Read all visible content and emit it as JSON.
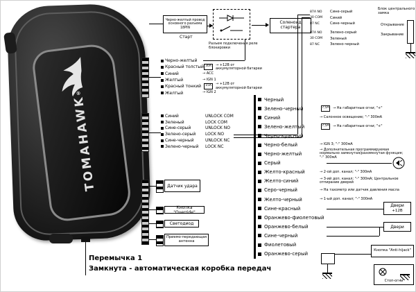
{
  "unit": {
    "brand": "TOMAHAWK",
    "reg": "®"
  },
  "footer": {
    "line1": "Перемычка 1",
    "line2": "Замкнута - автоматическая коробка передач"
  },
  "relay_section": {
    "wire_note": "Черно-желтый провод основного разъема 18PIN",
    "start_label": "Старт",
    "solenoid_label": "Соленоид стартера",
    "connector_note": "Разъем подключения реле блокировки"
  },
  "power_connector": {
    "wires": [
      {
        "label": "Черно-желтый",
        "fuse": "",
        "dest": ""
      },
      {
        "label": "Красный толстый",
        "fuse": "30А",
        "dest": "+12В от аккумуляторной батареи"
      },
      {
        "label": "Синий",
        "fuse": "",
        "dest": "ACC"
      },
      {
        "label": "Желтый",
        "fuse": "",
        "dest": "IGN 1"
      },
      {
        "label": "Красный тонкий",
        "fuse": "15А",
        "dest": "+12В от аккумуляторной батареи"
      },
      {
        "label": "Желтый",
        "fuse": "",
        "dest": "IGN 2"
      }
    ]
  },
  "lock_connector": {
    "wires": [
      {
        "label": "Синий",
        "function": "UNLOCK COM"
      },
      {
        "label": "Зеленый",
        "function": "LOCK COM"
      },
      {
        "label": "Сине-серый",
        "function": "UNLOCK NO"
      },
      {
        "label": "Зелено-серый",
        "function": "LOCK NO"
      },
      {
        "label": "Сине-черный",
        "function": "UNLOCK NC"
      },
      {
        "label": "Зелено-черный",
        "function": "LOCK NC"
      }
    ]
  },
  "accessories": [
    {
      "label": "Датчик удара"
    },
    {
      "label": "Кнопка \"Override\""
    },
    {
      "label": "Светодиод"
    },
    {
      "label": "Приемо-передающая антенна"
    }
  ],
  "harness": {
    "wires": [
      {
        "label": "Черный",
        "fuse": "",
        "dest": ""
      },
      {
        "label": "Зелено-черный",
        "fuse": "7,5А",
        "dest": "На габаритные огни; \"+\""
      },
      {
        "label": "Синий",
        "fuse": "",
        "dest": "Салонное освещение; \"-\" 300мА"
      },
      {
        "label": "Зелено-желтый",
        "fuse": "7,5А",
        "dest": "На габаритные огни; \"+\""
      },
      {
        "label": "Черно-красный",
        "fuse": "",
        "dest": ""
      },
      {
        "label": "Черно-белый",
        "fuse": "",
        "dest": "IGN 3; \"-\" 300мА"
      },
      {
        "label": "Черно-желтый",
        "fuse": "",
        "dest": "Дополнительная программируемая нормально замкнутая/разомкнутая функция; \"-\" 300мА"
      },
      {
        "label": "Серый",
        "fuse": "",
        "dest": ""
      },
      {
        "label": "Желто-красный",
        "fuse": "",
        "dest": "2-ой доп. канал; \"-\" 300мА"
      },
      {
        "label": "Желто-синий",
        "fuse": "",
        "dest": "3-ий доп. канал; \"-\" 300мА; Центральное отпирание дверей"
      },
      {
        "label": "Серо-черный",
        "fuse": "",
        "dest": "На тахометр или датчик давления масла"
      },
      {
        "label": "Желто-черный",
        "fuse": "",
        "dest": "1-ый доп. канал; \"-\" 300мА"
      },
      {
        "label": "Сине-красный",
        "fuse": "",
        "dest": ""
      },
      {
        "label": "Оранжево-фиолетовый",
        "fuse": "",
        "dest": ""
      },
      {
        "label": "Оранжево-белый",
        "fuse": "",
        "dest": ""
      },
      {
        "label": "Сине-черный",
        "fuse": "",
        "dest": ""
      },
      {
        "label": "Фиолетовый",
        "fuse": "",
        "dest": ""
      },
      {
        "label": "Оранжево-серый",
        "fuse": "",
        "dest": ""
      }
    ]
  },
  "central_lock": {
    "title": "Блок центрального замка",
    "open_label": "Открывание",
    "close_label": "Закрывание",
    "rows": [
      {
        "term": "87А NO",
        "wire": "Сине-серый"
      },
      {
        "term": "30 COM",
        "wire": "Синий"
      },
      {
        "term": "87 NC",
        "wire": "Сине-черный"
      },
      {
        "term": "87А NO",
        "wire": "Зелено-серый"
      },
      {
        "term": "30 COM",
        "wire": "Зеленый"
      },
      {
        "term": "87 NC",
        "wire": "Зелено-черный"
      }
    ]
  },
  "components": {
    "doors_plus": {
      "label": "Двери",
      "note": "+12В"
    },
    "doors_minus": {
      "label": "Двери"
    },
    "antihijack": {
      "label": "Кнопка \"Anti-hijack\""
    },
    "stoplights": {
      "label": "Стоп-огни"
    }
  }
}
